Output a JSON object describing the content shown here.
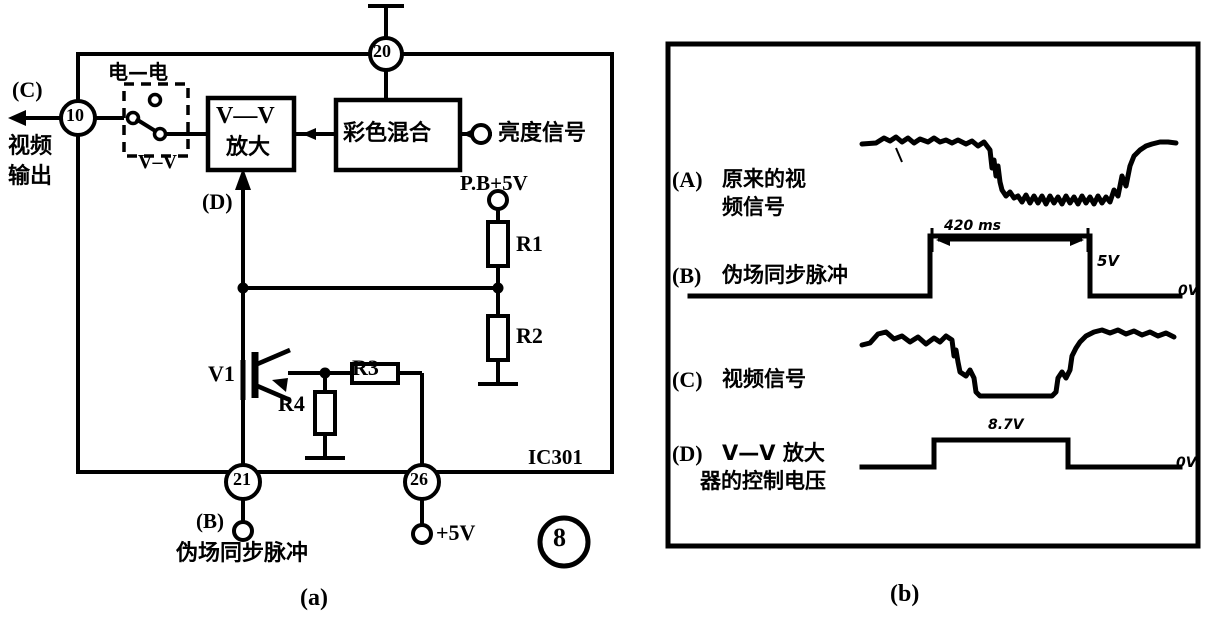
{
  "figure": {
    "number": "8",
    "caption_left": "(a)",
    "caption_right": "(b)"
  },
  "circuit": {
    "ic_label": "IC301",
    "terminals": [
      {
        "name": "terminal-10",
        "number": "10"
      },
      {
        "name": "terminal-20",
        "number": "20"
      },
      {
        "name": "terminal-21",
        "number": "21"
      },
      {
        "name": "terminal-26",
        "number": "26"
      }
    ],
    "video_output": {
      "point_label": "(C)",
      "text_line1": "视频",
      "text_line2": "输出"
    },
    "switch": {
      "position_top_label": "电—电",
      "position_bottom_label": "V–V"
    },
    "blocks": [
      {
        "name": "vv-amplifier",
        "line1": "V—V",
        "line2": "放大"
      },
      {
        "name": "color-mixer",
        "line1": "彩色混合"
      }
    ],
    "control_point_label": "(D)",
    "luminance_signal_label": "亮度信号",
    "supply_pb": "P.B+5V",
    "resistors": [
      {
        "name": "R1",
        "label": "R1"
      },
      {
        "name": "R2",
        "label": "R2"
      },
      {
        "name": "R3",
        "label": "R3"
      },
      {
        "name": "R4",
        "label": "R4"
      }
    ],
    "transistor_label": "V1",
    "pulse_input": {
      "point_label": "(B)",
      "text": "伪场同步脉冲"
    },
    "supply_5v": "+5V"
  },
  "waveforms": {
    "items": [
      {
        "name": "waveform-a",
        "tag": "(A)",
        "label_line1": "原来的视",
        "label_line2": "频信号",
        "annotations": []
      },
      {
        "name": "waveform-b",
        "tag": "(B)",
        "label_line1": "伪场同步脉冲",
        "label_line2": "",
        "annotations": [
          {
            "name": "pulse-width",
            "text": "420 ms"
          },
          {
            "name": "pulse-high-level",
            "text": "5V"
          },
          {
            "name": "pulse-low-level",
            "text": "0V"
          }
        ]
      },
      {
        "name": "waveform-c",
        "tag": "(C)",
        "label_line1": "视频信号",
        "label_line2": "",
        "annotations": []
      },
      {
        "name": "waveform-d",
        "tag": "(D)",
        "label_line1": "V—V 放大",
        "label_line2": "器的控制电压",
        "annotations": [
          {
            "name": "control-high-level",
            "text": "8.7V"
          },
          {
            "name": "control-low-level",
            "text": "0V"
          }
        ]
      }
    ]
  }
}
